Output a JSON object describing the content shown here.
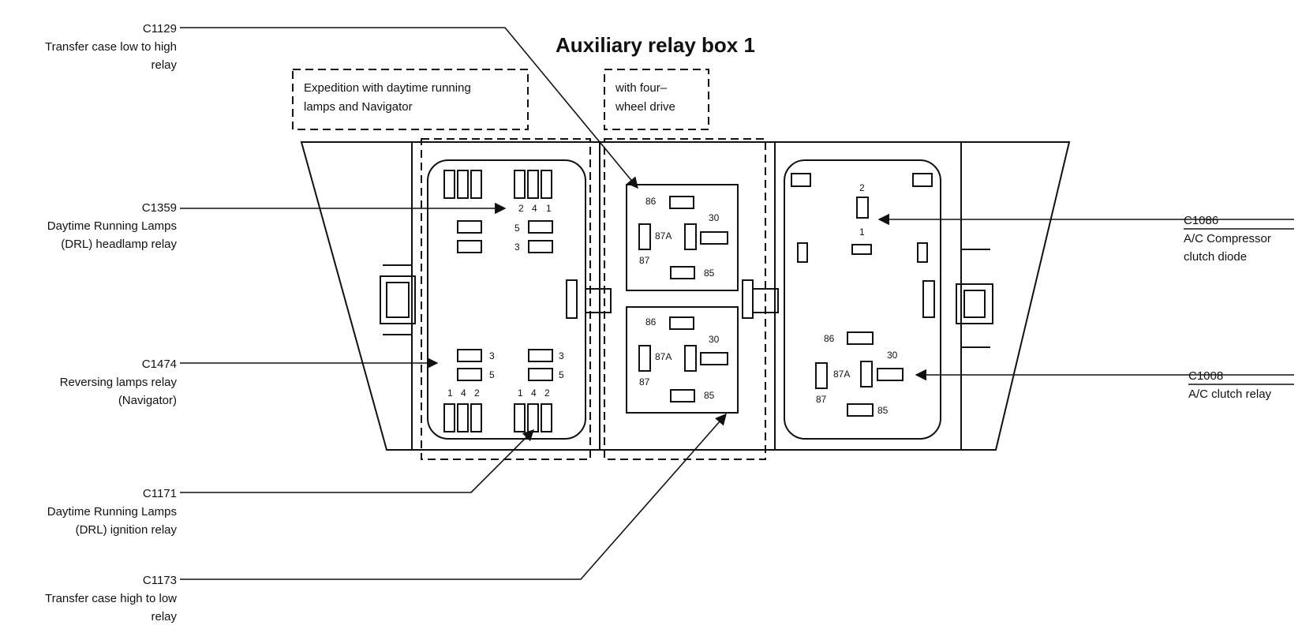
{
  "title": "Auxiliary relay box 1",
  "notes": {
    "expedition_line1": "Expedition with daytime running",
    "expedition_line2": "lamps and Navigator",
    "fourwd_line1": "with four–",
    "fourwd_line2": "wheel drive"
  },
  "callouts": {
    "c1129": {
      "code": "C1129",
      "line1": "Transfer case low to high",
      "line2": "relay"
    },
    "c1359": {
      "code": "C1359",
      "line1": "Daytime Running Lamps",
      "line2": "(DRL) headlamp relay"
    },
    "c1474": {
      "code": "C1474",
      "line1": "Reversing lamps relay",
      "line2": "(Navigator)"
    },
    "c1171": {
      "code": "C1171",
      "line1": "Daytime Running Lamps",
      "line2": "(DRL) ignition relay"
    },
    "c1173": {
      "code": "C1173",
      "line1": "Transfer case high to low",
      "line2": "relay"
    },
    "c1086": {
      "code": "C1086",
      "line1": "A/C Compressor",
      "line2": "clutch diode"
    },
    "c1008": {
      "code": "C1008",
      "line1": "A/C clutch relay"
    }
  },
  "pins": {
    "p1": "1",
    "p2": "2",
    "p3": "3",
    "p4": "4",
    "p5": "5",
    "p30": "30",
    "p85": "85",
    "p86": "86",
    "p87": "87",
    "p87a": "87A"
  }
}
